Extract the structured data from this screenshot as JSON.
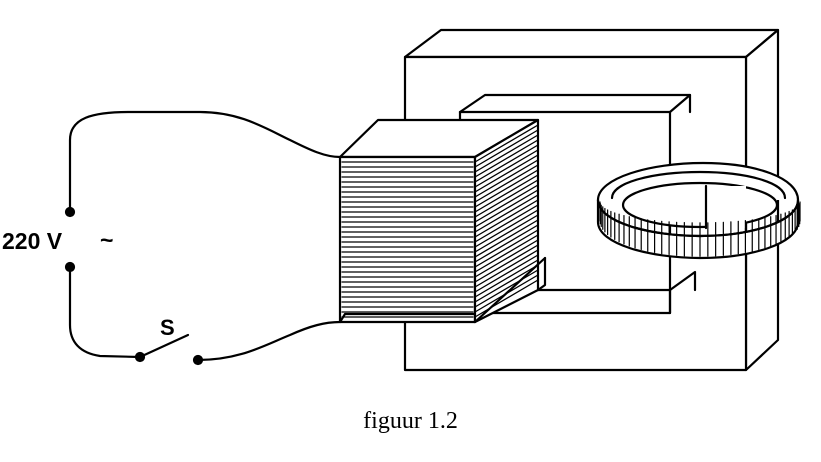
{
  "labels": {
    "voltage": "220 V",
    "ac_symbol": "~",
    "switch": "S"
  },
  "caption": "figuur 1.2"
}
